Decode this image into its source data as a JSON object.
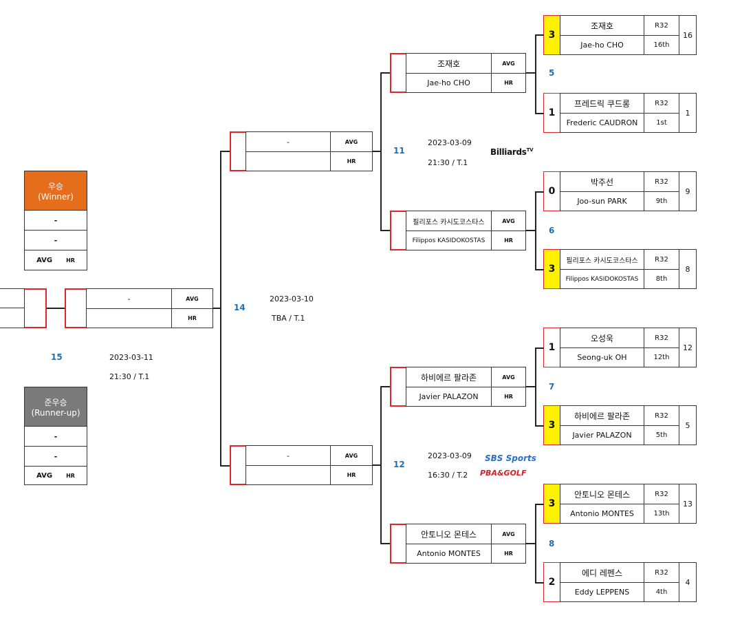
{
  "colors": {
    "winner_bg": "#e56d1c",
    "runner_bg": "#7a7a7a",
    "highlight": "#fff200",
    "accent_red": "#e0242a",
    "match_num": "#1f6fb0"
  },
  "labels": {
    "avg": "AVG",
    "hr": "HR",
    "r32": "R32",
    "dash": "-"
  },
  "winner": {
    "title": "우승",
    "subtitle": "(Winner)",
    "name_kr": "-",
    "name_en": "-",
    "avg": "AVG",
    "hr": "HR"
  },
  "runner": {
    "title": "준우승",
    "subtitle": "(Runner-up)",
    "name_kr": "-",
    "name_en": "-",
    "avg": "AVG",
    "hr": "HR"
  },
  "final": {
    "match_no": "15",
    "date": "2023-03-11",
    "time": "21:30 /  T.1",
    "name": "-"
  },
  "semi": {
    "match_no": "14",
    "date": "2023-03-10",
    "time": "TBA /  T.1"
  },
  "quarter_top": {
    "name": "-",
    "match_no": "11",
    "date": "2023-03-09",
    "time": "21:30 /  T.1",
    "broadcaster": "Billiards",
    "broadcaster_sup": "TV"
  },
  "quarter_bottom": {
    "name": "-",
    "match_no": "12",
    "date": "2023-03-09",
    "time": "16:30 /  T.2",
    "broadcaster1": "SBS Sports",
    "broadcaster2": "PBA&GOLF"
  },
  "round16": [
    {
      "name_kr": "조재호",
      "name_en": "Jae-ho CHO"
    },
    {
      "name_kr": "필리포스 카시도코스타스",
      "name_en": "Filippos KASIDOKOSTAS"
    },
    {
      "name_kr": "하비에르 팔라존",
      "name_en": "Javier PALAZON"
    },
    {
      "name_kr": "안토니오 몬테스",
      "name_en": "Antonio MONTES"
    }
  ],
  "round32_matches": [
    {
      "match_no": "5"
    },
    {
      "match_no": "6"
    },
    {
      "match_no": "7"
    },
    {
      "match_no": "8"
    }
  ],
  "round32": [
    {
      "score": "3",
      "name_kr": "조재호",
      "name_en": "Jae-ho CHO",
      "rank": "16th",
      "seed": "16",
      "winner": true
    },
    {
      "score": "1",
      "name_kr": "프레드릭 쿠드롱",
      "name_en": "Frederic CAUDRON",
      "rank": "1st",
      "seed": "1",
      "winner": false
    },
    {
      "score": "0",
      "name_kr": "박주선",
      "name_en": "Joo-sun PARK",
      "rank": "9th",
      "seed": "9",
      "winner": false
    },
    {
      "score": "3",
      "name_kr": "필리포스 카시도코스타스",
      "name_en": "Filippos KASIDOKOSTAS",
      "rank": "8th",
      "seed": "8",
      "winner": true
    },
    {
      "score": "1",
      "name_kr": "오성욱",
      "name_en": "Seong-uk OH",
      "rank": "12th",
      "seed": "12",
      "winner": false
    },
    {
      "score": "3",
      "name_kr": "하비에르 팔라존",
      "name_en": "Javier PALAZON",
      "rank": "5th",
      "seed": "5",
      "winner": true
    },
    {
      "score": "3",
      "name_kr": "안토니오 몬테스",
      "name_en": "Antonio MONTES",
      "rank": "13th",
      "seed": "13",
      "winner": true
    },
    {
      "score": "2",
      "name_kr": "에디 레펜스",
      "name_en": "Eddy LEPPENS",
      "rank": "4th",
      "seed": "4",
      "winner": false
    }
  ]
}
